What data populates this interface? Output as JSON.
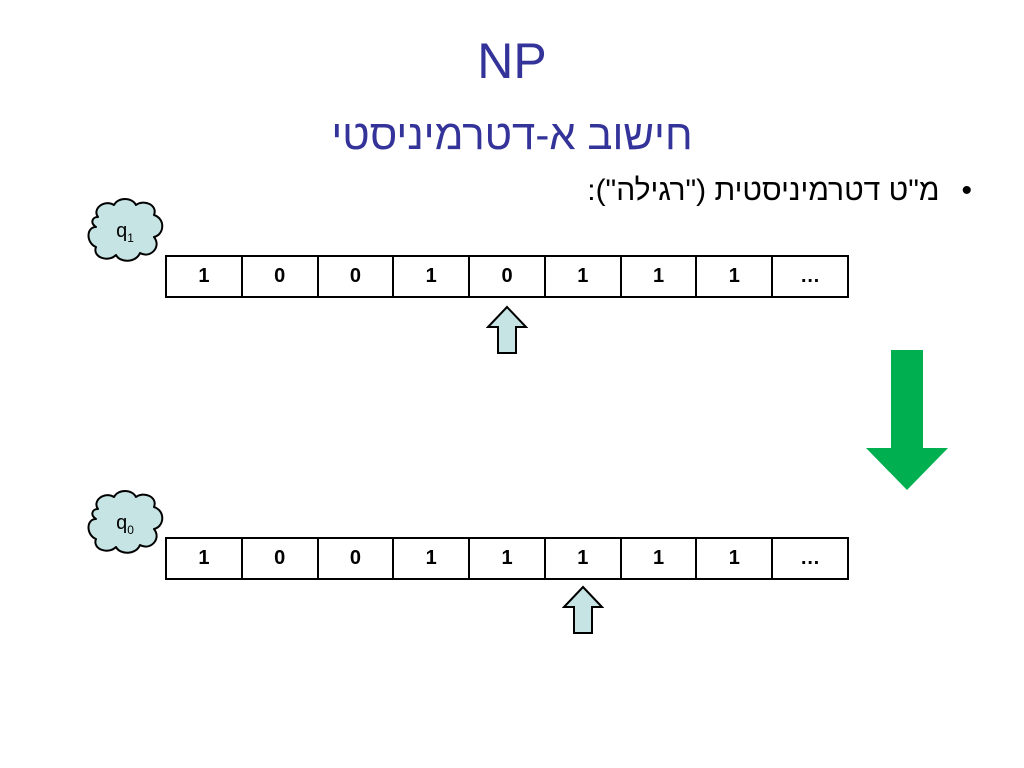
{
  "title": {
    "main": "NP",
    "sub": "חישוב א-דטרמיניסטי"
  },
  "bullet": {
    "symbol": "•",
    "text": "מ\"ט דטרמיניסטית (\"רגילה\"):"
  },
  "before": {
    "state_letter": "q",
    "state_index": "1",
    "tape": [
      "1",
      "0",
      "0",
      "1",
      "0",
      "1",
      "1",
      "1",
      "…"
    ],
    "head_cell_index": 4
  },
  "after": {
    "state_letter": "q",
    "state_index": "0",
    "tape": [
      "1",
      "0",
      "0",
      "1",
      "1",
      "1",
      "1",
      "1",
      "…"
    ],
    "head_cell_index": 5
  },
  "colors": {
    "title": "#333399",
    "cloud_fill": "#c6e4e4",
    "head_arrow_fill": "#c6e4e4",
    "transition_arrow": "#00b050"
  },
  "icons": {
    "state_bubble": "cloud-icon",
    "head_pointer": "up-arrow-icon",
    "transition": "down-arrow-icon"
  }
}
